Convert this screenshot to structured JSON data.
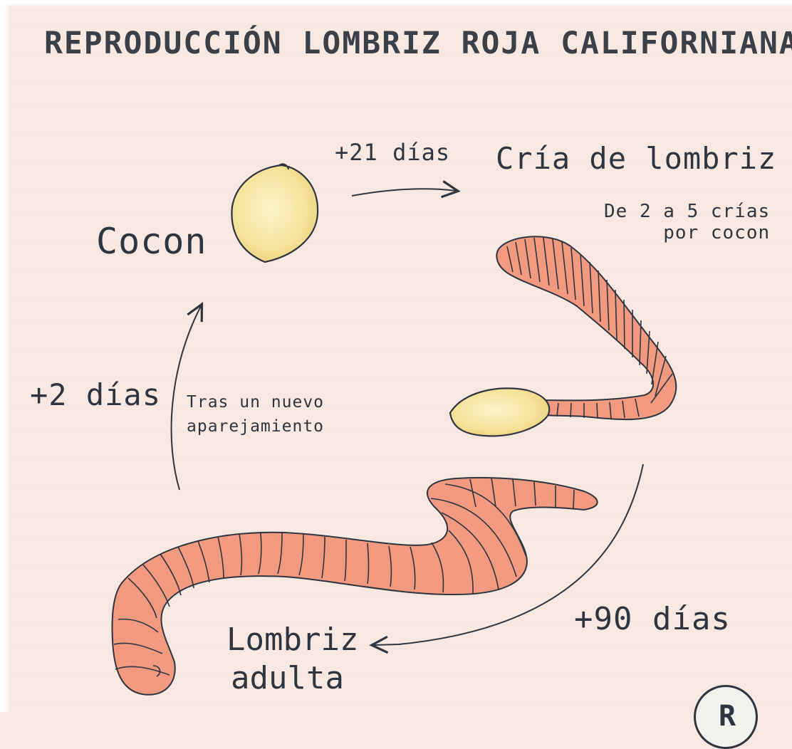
{
  "title": "REPRODUCCIÓN LOMBRIZ ROJA CALIFORNIANA",
  "labels": {
    "cocon": "Cocon",
    "cria": "Cría de lombriz",
    "cria_sub_line1": "De 2 a 5 crías",
    "cria_sub_line2": "por cocon",
    "days_21": "+21 días",
    "days_2": "+2 días",
    "tras_line1": "Tras un nuevo",
    "tras_line2": "aparejamiento",
    "days_90": "+90 días",
    "adult_line1": "Lombriz",
    "adult_line2": "adulta",
    "badge": "R"
  },
  "colors": {
    "background": "#f7e9e2",
    "worm": "#f29a80",
    "worm_line": "#2f3540",
    "cocoon": "#f6e6a0",
    "text": "#2f3540"
  },
  "icons": [
    "cocoon-icon",
    "cocoon-opened-icon",
    "young-worm-icon",
    "adult-worm-icon",
    "arrow-icon"
  ]
}
